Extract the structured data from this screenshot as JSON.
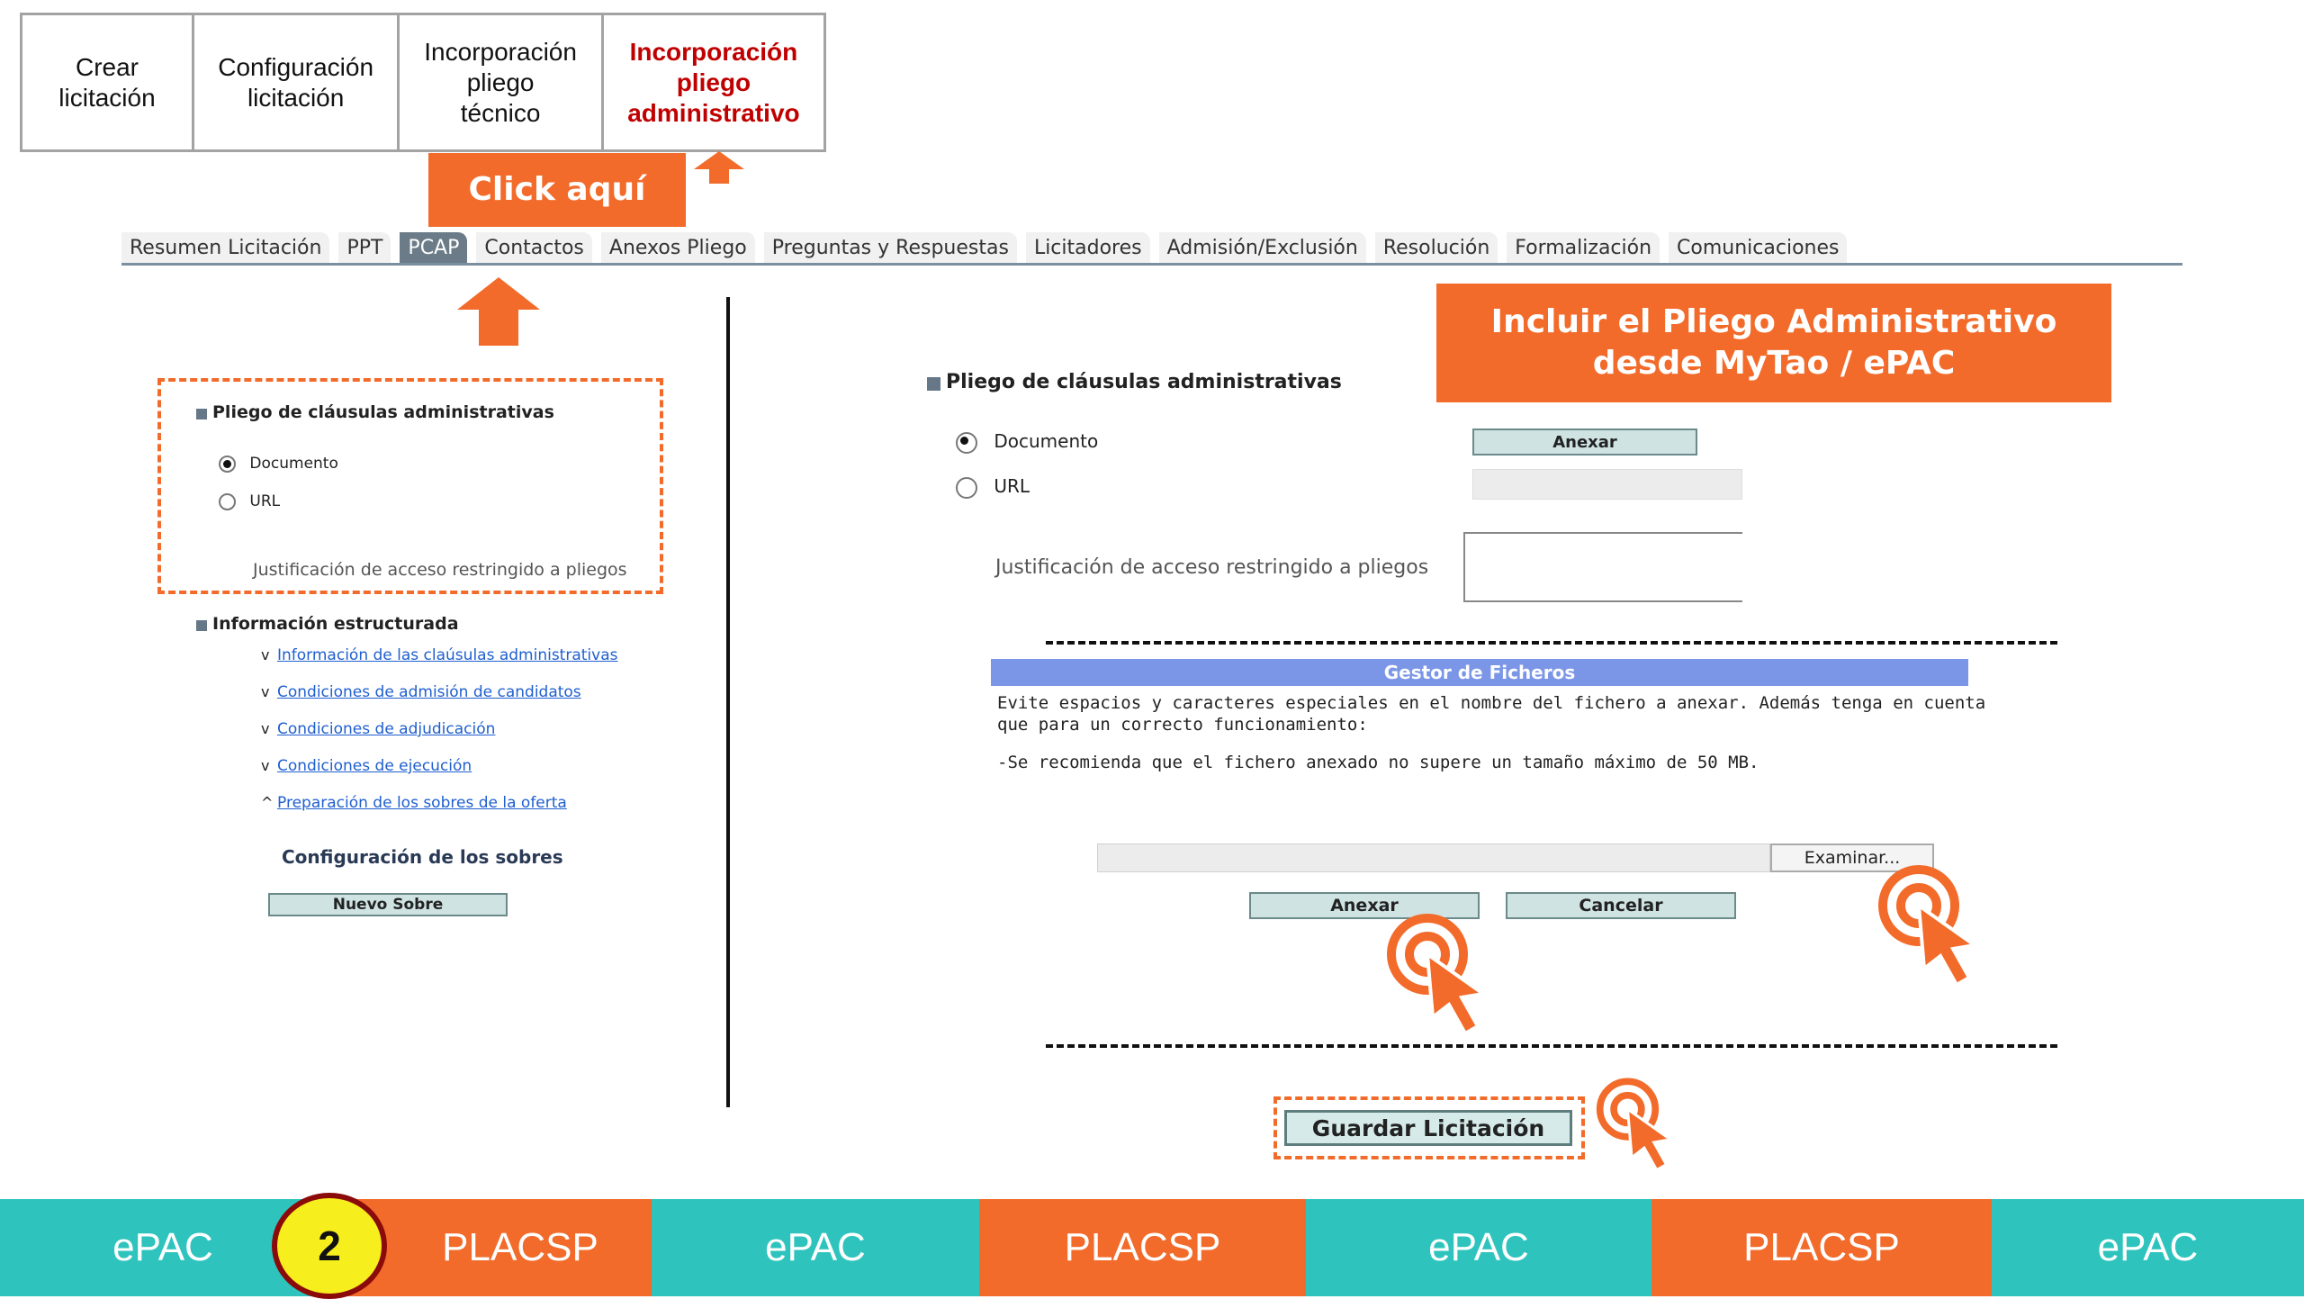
{
  "steps": [
    {
      "label": "Crear\nlicitación"
    },
    {
      "label": "Configuración\nlicitación"
    },
    {
      "label": "Incorporación\npliego\ntécnico"
    },
    {
      "label": "Incorporación\npliego\nadministrativo"
    }
  ],
  "callouts": {
    "click_aqui": "Click aquí",
    "incluir_line1": "Incluir el Pliego Administrativo",
    "incluir_line2": "desde  MyTao / ePAC"
  },
  "tabs": [
    "Resumen Licitación",
    "PPT",
    "PCAP",
    "Contactos",
    "Anexos Pliego",
    "Preguntas y Respuestas",
    "Licitadores",
    "Admisión/Exclusión",
    "Resolución",
    "Formalización",
    "Comunicaciones"
  ],
  "selected_tab": "PCAP",
  "left_panel": {
    "section_title": "Pliego de cláusulas administrativas",
    "radio_documento": "Documento",
    "radio_url": "URL",
    "justificacion": "Justificación de acceso restringido a pliegos",
    "info_title": "Información estructurada",
    "links": [
      {
        "label": "Información de las claúsulas administrativas",
        "chev": "v"
      },
      {
        "label": "Condiciones de admisión de candidatos",
        "chev": "v"
      },
      {
        "label": "Condiciones de adjudicación",
        "chev": "v"
      },
      {
        "label": "Condiciones de ejecución",
        "chev": "v"
      },
      {
        "label": "Preparación de los sobres de la oferta",
        "chev": "^"
      }
    ],
    "config_sobres": "Configuración de los sobres",
    "nuevo_sobre": "Nuevo Sobre"
  },
  "right_panel": {
    "section_title": "Pliego de cláusulas administrativas",
    "radio_documento": "Documento",
    "radio_url": "URL",
    "anexar": "Anexar",
    "justificacion": "Justificación de acceso restringido a pliegos",
    "gestor_title": "Gestor de Ficheros",
    "gestor_text1": "Evite espacios y caracteres especiales en el nombre del fichero a anexar. Además tenga en cuenta",
    "gestor_text2": "que para un correcto funcionamiento:",
    "gestor_text3": "-Se recomienda que el fichero anexado no supere un tamaño máximo de 50 MB.",
    "examinar": "Examinar...",
    "anexar_btn": "Anexar",
    "cancelar_btn": "Cancelar",
    "guardar": "Guardar Licitación"
  },
  "footer": {
    "badge": "2",
    "cells": [
      "ePAC",
      "PLACSP",
      "ePAC",
      "PLACSP",
      "ePAC",
      "PLACSP",
      "ePAC"
    ]
  },
  "colors": {
    "orange": "#f26b2a",
    "teal": "#2ec4bd",
    "active_red": "#c00000",
    "gestor_blue": "#7b96e6"
  }
}
